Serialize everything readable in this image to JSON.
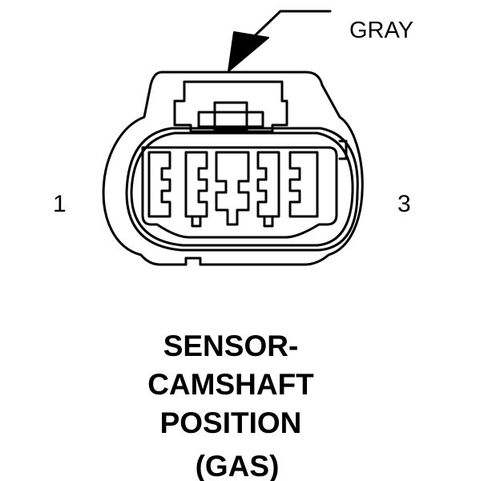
{
  "callout": {
    "color_label": "GRAY"
  },
  "pins": {
    "left": "1",
    "right": "3"
  },
  "title": {
    "line1": "SENSOR-",
    "line2": "CAMSHAFT",
    "line3": "POSITION",
    "line4": "(GAS)"
  },
  "colors": {
    "ink": "#000000",
    "background": "#ffffff"
  }
}
